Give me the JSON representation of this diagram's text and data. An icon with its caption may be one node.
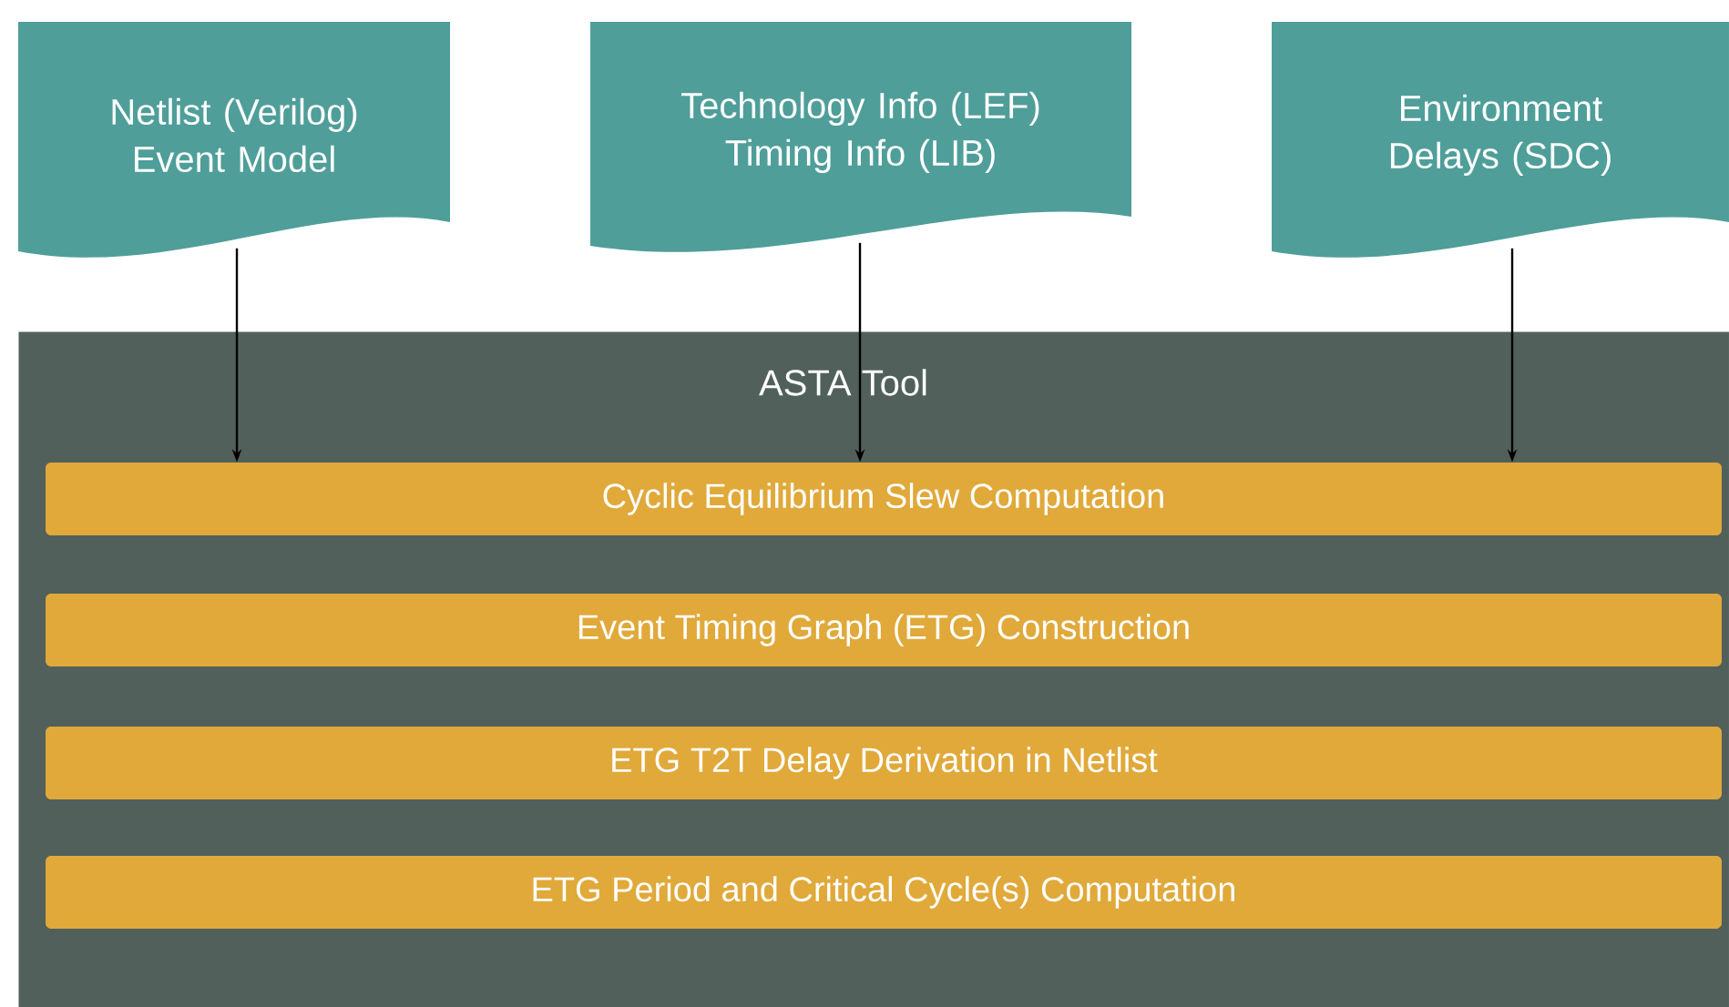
{
  "diagram": {
    "nodes": [
      {
        "text": [
          "Netlist (Verilog) Event Model"
        ]
      },
      {
        "text": [
          "Technology Info (LEF) Timing Info (LIB)"
        ]
      },
      {
        "text": [
          "Environment Delays (SDC)"
        ]
      },
      {
        "text": [
          "ASTA Tool"
        ]
      },
      {
        "text": [
          "Cyclic Equilibrium Slew Computation"
        ],
        "in": 3
      },
      {
        "text": [
          "Event Timing Graph (ETG) Construction"
        ],
        "in": 3
      },
      {
        "text": [
          "ETG T2T Delay Derivation in Netlist"
        ],
        "in": 3
      },
      {
        "text": [
          "ETG Period and Critical Cycle(s) Computation"
        ],
        "in": 3
      }
    ],
    "edges": [
      {
        "from": 0,
        "to": 4,
        "arrow": "to"
      },
      {
        "from": 1,
        "to": 4,
        "arrow": "to"
      },
      {
        "from": 2,
        "to": 4,
        "arrow": "to"
      }
    ]
  }
}
